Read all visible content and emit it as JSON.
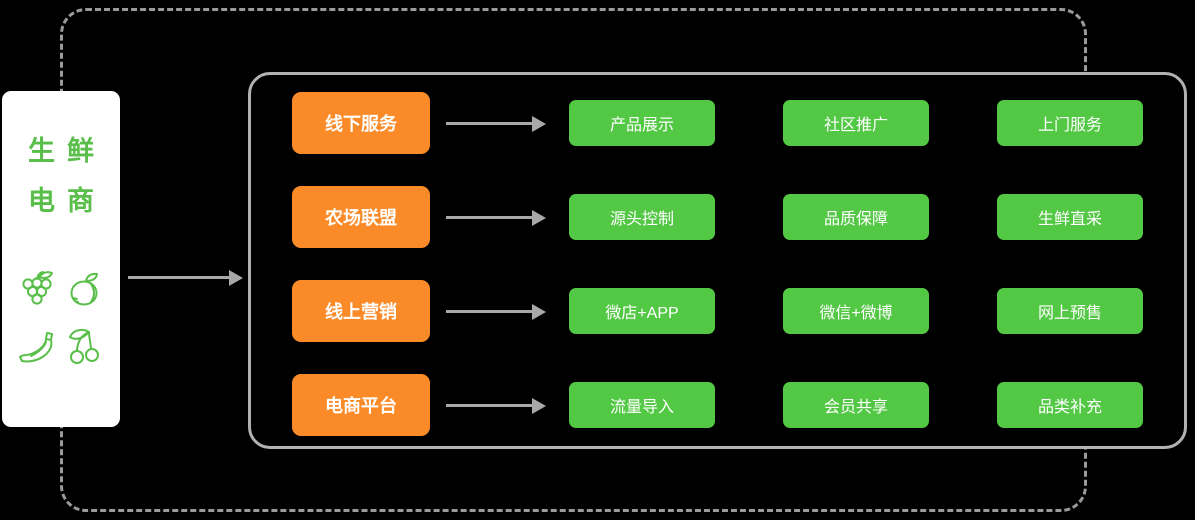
{
  "colors": {
    "background": "#000000",
    "orange_button": "#fb8b28",
    "green_button": "#53c845",
    "green_accent": "#5abf4a",
    "arrow_gray": "#a8a8a8",
    "panel_border": "#b2b2b2",
    "dashed_border": "#9a9a9a",
    "card_background": "#ffffff",
    "button_text": "#ffffff"
  },
  "source_card": {
    "title_line1": "生鲜",
    "title_line2": "电商",
    "icons": [
      "grapes-icon",
      "apricot-icon",
      "banana-icon",
      "cherries-icon"
    ]
  },
  "rows": [
    {
      "source": "线下服务",
      "targets": [
        "产品展示",
        "社区推广",
        "上门服务"
      ]
    },
    {
      "source": "农场联盟",
      "targets": [
        "源头控制",
        "品质保障",
        "生鲜直采"
      ]
    },
    {
      "source": "线上营销",
      "targets": [
        "微店+APP",
        "微信+微博",
        "网上预售"
      ]
    },
    {
      "source": "电商平台",
      "targets": [
        "流量导入",
        "会员共享",
        "品类补充"
      ]
    }
  ]
}
